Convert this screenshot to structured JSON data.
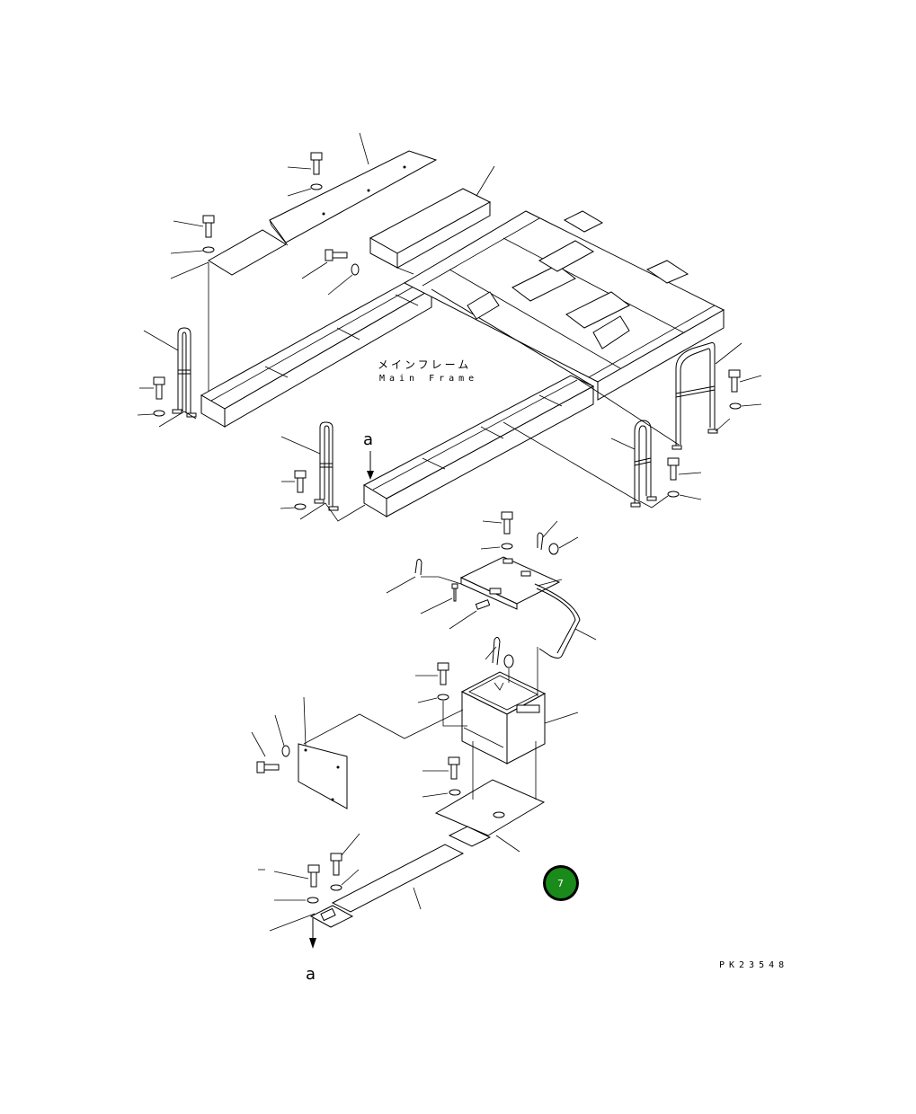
{
  "labels": {
    "main_frame_jp": "メインフレーム",
    "main_frame_en": "Main Frame",
    "view_marker_top": "a",
    "view_marker_bottom": "a",
    "drawing_code": "PK23548"
  },
  "badge": {
    "number": "7",
    "color": "#1a8a1a"
  },
  "colors": {
    "line": "#000000",
    "background": "#ffffff"
  }
}
